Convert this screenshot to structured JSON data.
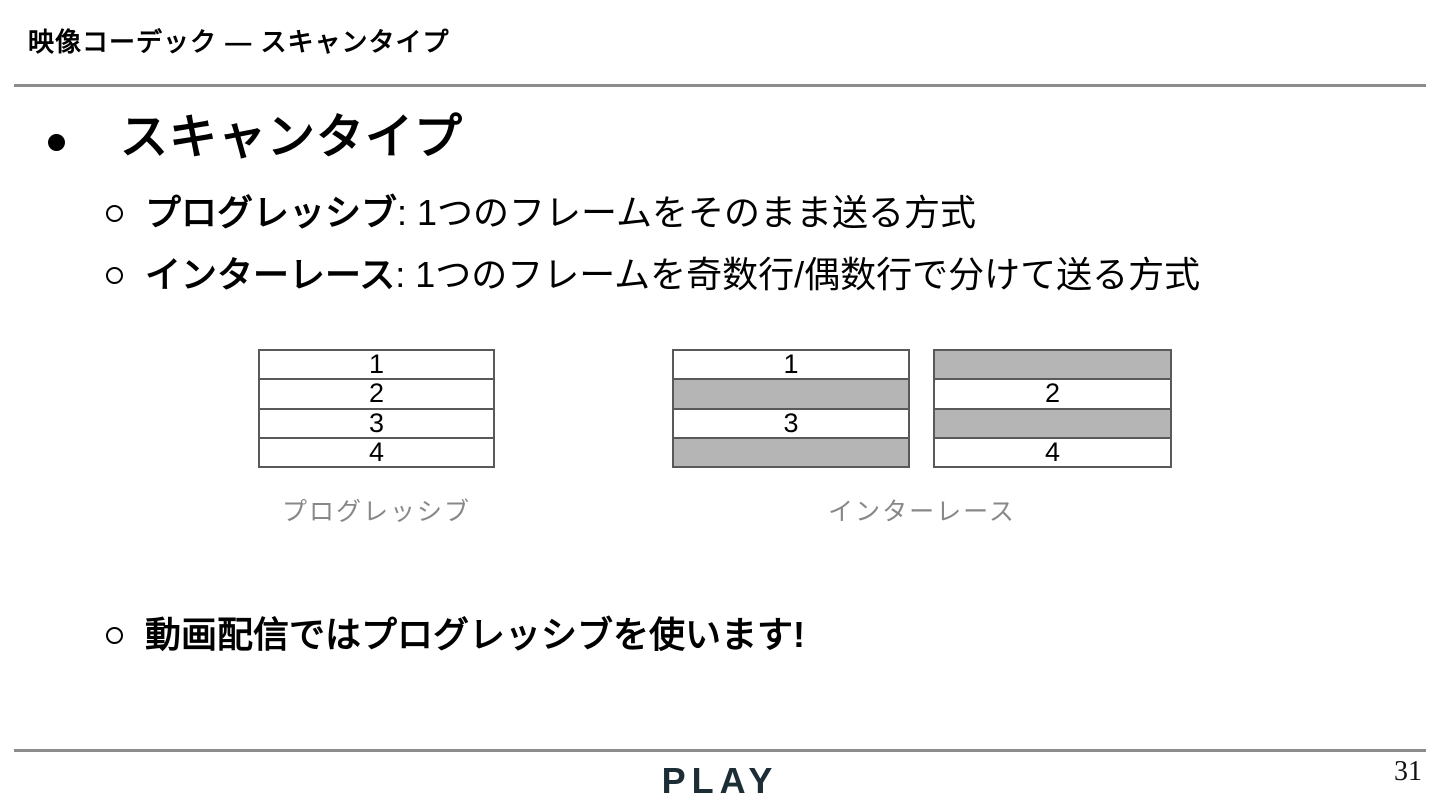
{
  "header": {
    "title": "映像コーデック ― スキャンタイプ"
  },
  "content": {
    "main_bullet": "スキャンタイプ",
    "sub_bullets": [
      {
        "bold": "プログレッシブ",
        "rest": ": 1つのフレームをそのまま送る方式"
      },
      {
        "bold": "インターレース",
        "rest": ": 1つのフレームを奇数行/偶数行で分けて送る方式"
      }
    ],
    "note_bullet": "動画配信ではプログレッシブを使います!"
  },
  "diagrams": {
    "progressive": {
      "caption": "プログレッシブ",
      "rows": [
        {
          "label": "1",
          "shaded": false
        },
        {
          "label": "2",
          "shaded": false
        },
        {
          "label": "3",
          "shaded": false
        },
        {
          "label": "4",
          "shaded": false
        }
      ]
    },
    "interlace": {
      "caption": "インターレース",
      "odd_field_rows": [
        {
          "label": "1",
          "shaded": false
        },
        {
          "label": "",
          "shaded": true
        },
        {
          "label": "3",
          "shaded": false
        },
        {
          "label": "",
          "shaded": true
        }
      ],
      "even_field_rows": [
        {
          "label": "",
          "shaded": true
        },
        {
          "label": "2",
          "shaded": false
        },
        {
          "label": "",
          "shaded": true
        },
        {
          "label": "4",
          "shaded": false
        }
      ]
    }
  },
  "footer": {
    "logo": "PLAY",
    "page_number": "31"
  },
  "colors": {
    "shaded_row": "#b5b5b5",
    "table_border": "#595959",
    "caption_gray": "#888888",
    "rule_gray": "#8c8c8c",
    "logo_navy": "#1d2d35"
  }
}
